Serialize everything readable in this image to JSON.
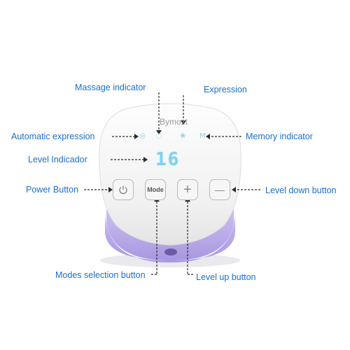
{
  "brand": "Bymozt",
  "display": {
    "level_value": "16"
  },
  "indicators": {
    "automatic": "◎",
    "massage": "◌",
    "expression": "❀",
    "memory": "M"
  },
  "buttons": {
    "power_icon": "power-icon",
    "mode_label": "Mode",
    "plus_symbol": "+",
    "minus_symbol": "—"
  },
  "labels": {
    "massage_indicator": "Massage indicator",
    "expression": "Expression",
    "automatic_expression": "Automatic expression",
    "memory_indicator": "Memory indicator",
    "level_indicator": "Level Indicador",
    "power_button": "Power Button",
    "level_down_button": "Level down button",
    "modes_selection_button": "Modes selection button",
    "level_up_button": "Level up button"
  },
  "colors": {
    "label_blue": "#1a6fd0",
    "lcd_cyan": "#7fd0ea",
    "base_lavender": "#b7a7e6"
  }
}
